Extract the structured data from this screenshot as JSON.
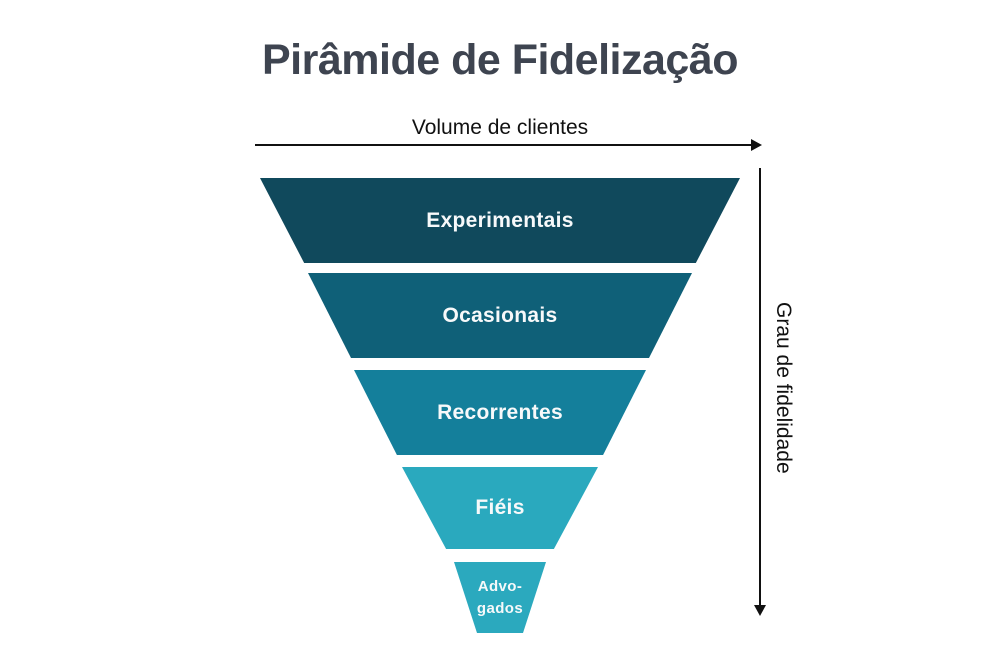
{
  "title": "Pirâmide de Fidelização",
  "axes": {
    "horizontal": {
      "label": "Volume de clientes"
    },
    "vertical": {
      "label": "Grau de fidelidade"
    }
  },
  "funnel": {
    "levels": [
      {
        "label": "Experimentais",
        "color": "#10495C"
      },
      {
        "label": "Ocasionais",
        "color": "#0F6078"
      },
      {
        "label": "Recorrentes",
        "color": "#147F9B"
      },
      {
        "label": "Fiéis",
        "color": "#2AA9BE"
      },
      {
        "label": "Advo-gados",
        "label_line1": "Advo-",
        "label_line2": "gados",
        "color": "#2BA9BE"
      }
    ]
  },
  "colors": {
    "title": "#3E4450",
    "band_text": "#F7F9FA",
    "arrow": "#111111",
    "background": "#FFFFFF"
  }
}
